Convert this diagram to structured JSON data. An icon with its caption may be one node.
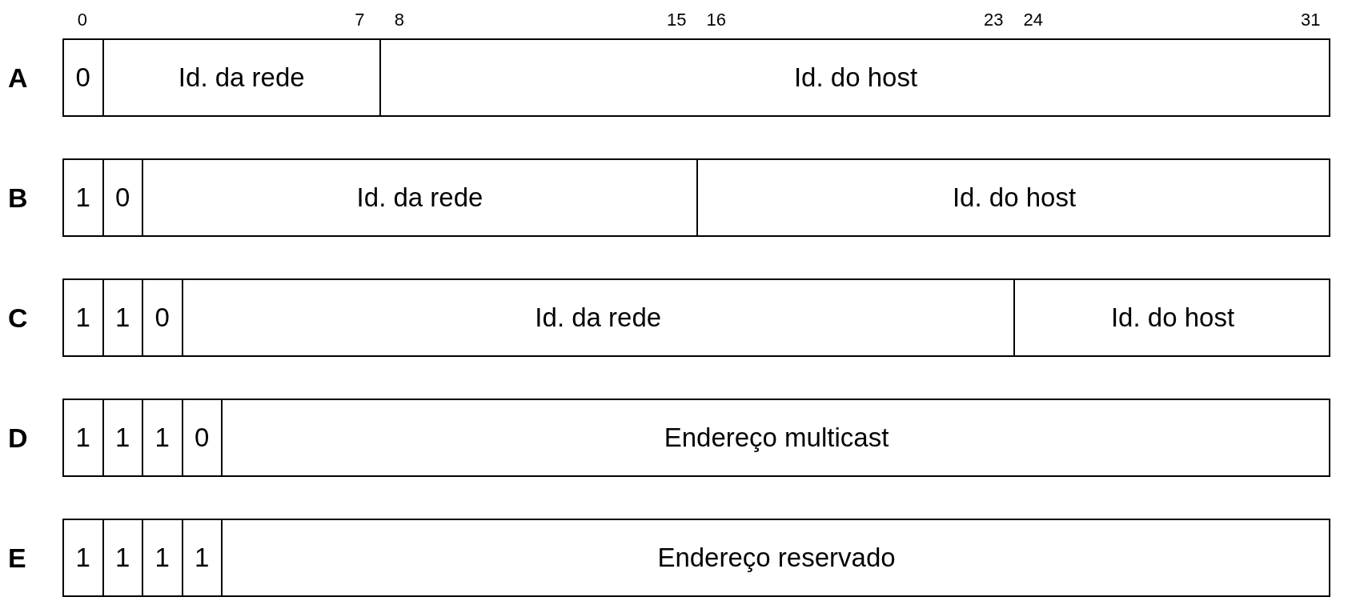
{
  "diagram": {
    "nodes": [
      {
        "text": [
          "A"
        ]
      },
      {
        "text": [
          "0"
        ],
        "in": 0
      },
      {
        "text": [
          "Id. da rede"
        ],
        "in": 0
      },
      {
        "text": [
          "Id. do host"
        ],
        "in": 0
      },
      {
        "text": [
          "B"
        ]
      },
      {
        "text": [
          "1"
        ],
        "in": 4
      },
      {
        "text": [
          "0"
        ],
        "in": 4
      },
      {
        "text": [
          "Id. da rede"
        ],
        "in": 4
      },
      {
        "text": [
          "Id. do host"
        ],
        "in": 4
      },
      {
        "text": [
          "C"
        ]
      },
      {
        "text": [
          "1"
        ],
        "in": 9
      },
      {
        "text": [
          "1"
        ],
        "in": 9
      },
      {
        "text": [
          "0"
        ],
        "in": 9
      },
      {
        "text": [
          "Id. da rede"
        ],
        "in": 9
      },
      {
        "text": [
          "Id. do host"
        ],
        "in": 9
      },
      {
        "text": [
          "D"
        ]
      },
      {
        "text": [
          "1"
        ],
        "in": 15
      },
      {
        "text": [
          "1"
        ],
        "in": 15
      },
      {
        "text": [
          "1"
        ],
        "in": 15
      },
      {
        "text": [
          "0"
        ],
        "in": 15
      },
      {
        "text": [
          "Endereço multicast"
        ],
        "in": 15
      },
      {
        "text": [
          "E"
        ]
      },
      {
        "text": [
          "1"
        ],
        "in": 21
      },
      {
        "text": [
          "1"
        ],
        "in": 21
      },
      {
        "text": [
          "1"
        ],
        "in": 21
      },
      {
        "text": [
          "1"
        ],
        "in": 21
      },
      {
        "text": [
          "Endereço reservado"
        ],
        "in": 21
      }
    ],
    "labels": [
      "0",
      "7",
      "8",
      "15",
      "16",
      "23",
      "24",
      "31"
    ]
  }
}
